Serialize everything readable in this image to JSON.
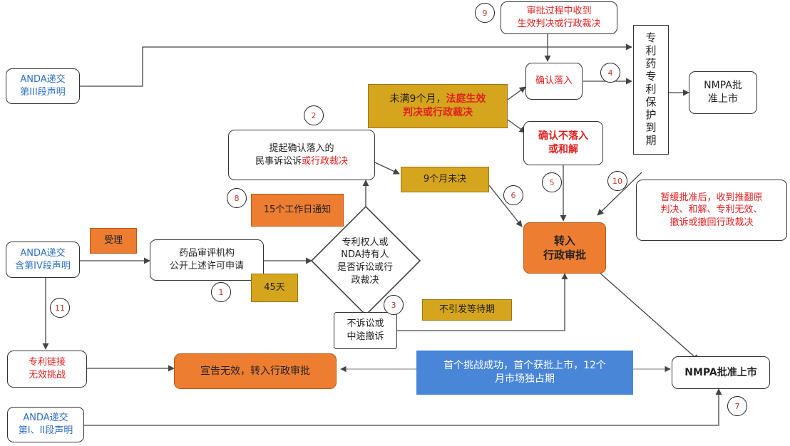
{
  "nodes": {
    "anda_iii": "ANDA递交\n第III段声明",
    "anda_iv": "ANDA递交\n含第IV段声明",
    "anda_i_ii": "ANDA递交\n第I、II段声明",
    "accept": "受理",
    "publish": "药品审评机构\n公开上述许可申请",
    "days45": "45天",
    "workdays15": "15个工作日通知",
    "diamond": "专利权人或\nNDA持有人\n是否诉讼或行\n政裁决",
    "lawsuit_part1": "提起确认落入的\n民事诉讼诉",
    "lawsuit_part2": "或行政裁决",
    "within9_part1": "未满9个月，",
    "within9_part2": "法庭生效\n判决或行政裁决",
    "nine_undecided": "9个月未决",
    "confirm_in": "确认落入",
    "confirm_not_in": "确认不落入\n或和解",
    "approval_review_in_progress": "审批过程中收到\n生效判决或行政裁决",
    "patent_expiry": "专利药专利保护到期",
    "nmpa_top": "NMPA批\n准上市",
    "transfer_review": "转入\n行政审批",
    "suspend_text": "暂缓批准后，收到推翻原\n判决、和解、专利无效、\n撤诉或撤回行政裁决",
    "no_suit": "不诉讼或\n中途撤诉",
    "no_wait": "不引发等待期",
    "patent_challenge": "专利链接\n无效挑战",
    "declare_invalid": "宣告无效，转入行政审批",
    "first_challenge": "首个挑战成功，首个获批上市，12个\n月市场独占期",
    "nmpa_bottom": "NMPA批准上市"
  },
  "steps": [
    "1",
    "2",
    "3",
    "4",
    "5",
    "6",
    "7",
    "8",
    "9",
    "10",
    "11"
  ],
  "colors": {
    "orange": "#ed7d31",
    "gold": "#d6a51e",
    "blue": "#4a86d8",
    "red": "#e02020",
    "blue_text": "#2e6fc4"
  }
}
